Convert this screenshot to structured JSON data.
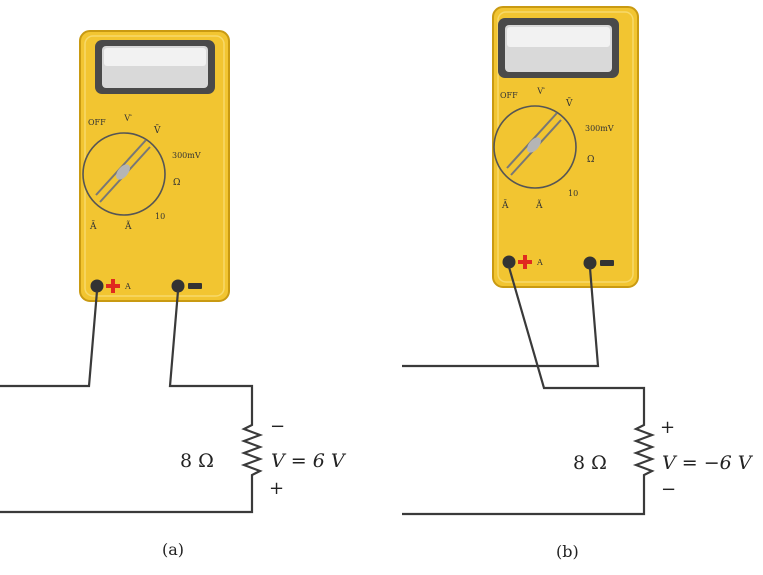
{
  "colors": {
    "meter_body": "#F2C531",
    "meter_edge": "#C99A12",
    "plus_red": "#E02A1F",
    "wire": "#3a3a3a"
  },
  "meter_labels": {
    "off": "OFF",
    "dcv": "V̄",
    "acv": "V͂",
    "mv": "300mV",
    "ohm": "Ω",
    "dca": "Ā",
    "aca": "Ã",
    "ten": "10",
    "amp_jack": "A"
  },
  "icons": {
    "plus_jack": "plus-icon",
    "minus_jack": "minus-icon"
  },
  "circuit_a": {
    "resistance": "8 Ω",
    "voltage": "V = 6 V",
    "top_sign": "−",
    "bottom_sign": "+",
    "caption": "(a)"
  },
  "circuit_b": {
    "resistance": "8 Ω",
    "voltage": "V = −6 V",
    "top_sign": "+",
    "bottom_sign": "−",
    "caption": "(b)"
  }
}
